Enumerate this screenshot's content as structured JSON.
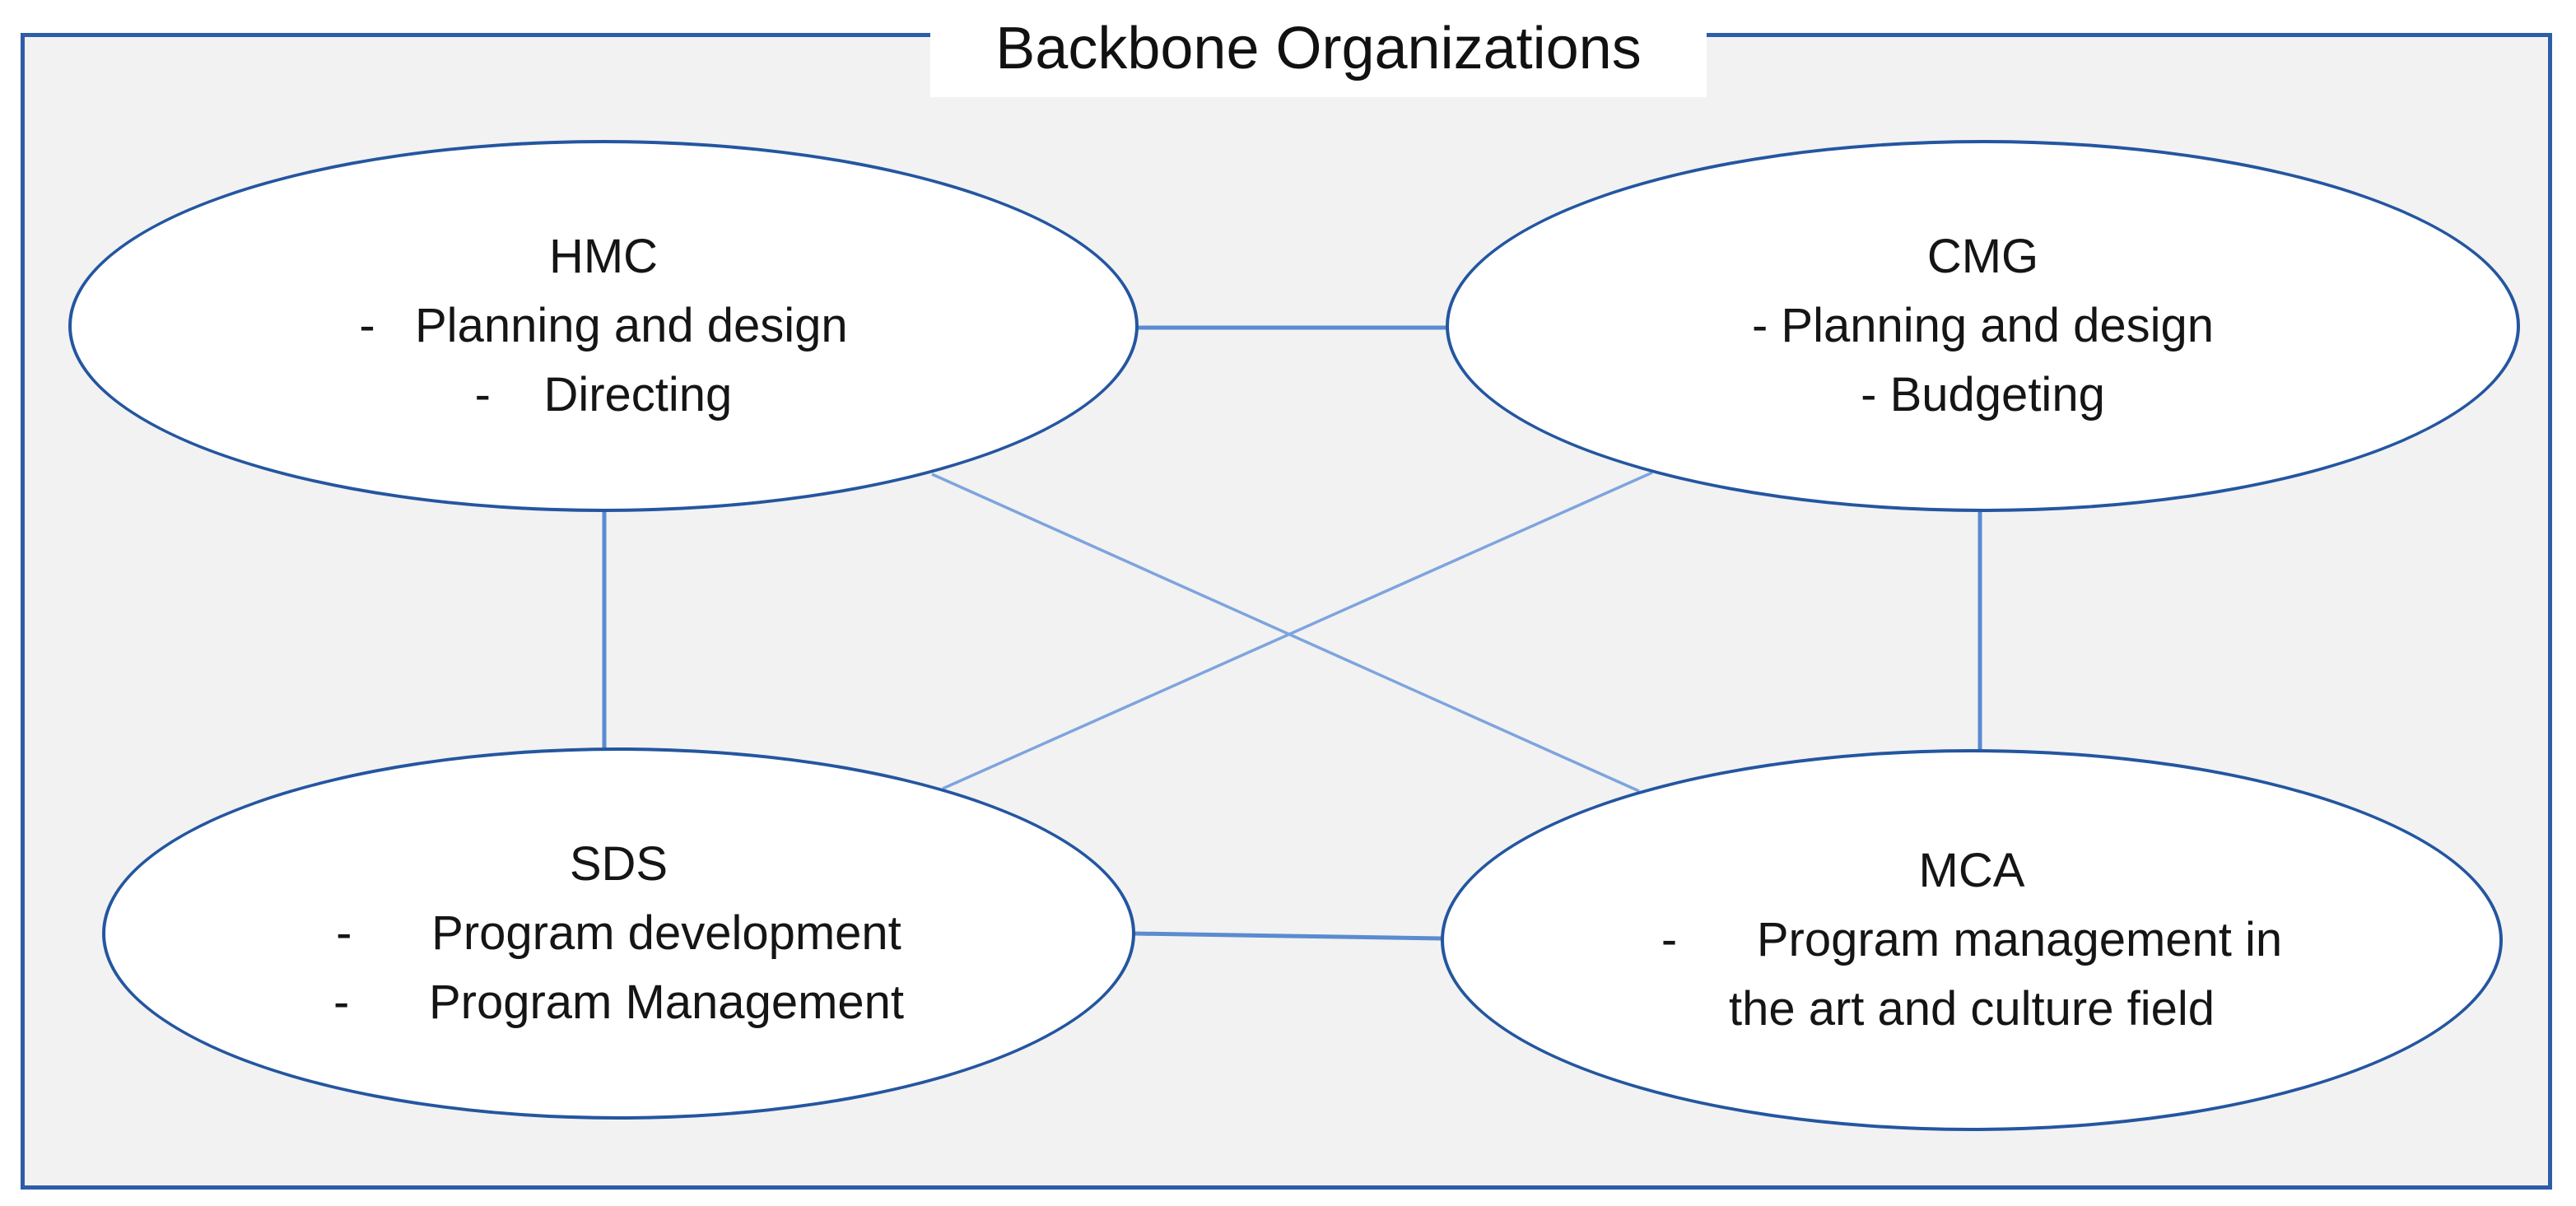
{
  "title": "Backbone Organizations",
  "nodes": [
    {
      "id": "HMC",
      "lines": [
        "HMC",
        "-   Planning and design",
        "-    Directing"
      ]
    },
    {
      "id": "CMG",
      "lines": [
        "CMG",
        "- Planning and design",
        "- Budgeting"
      ]
    },
    {
      "id": "SDS",
      "lines": [
        "SDS",
        "-      Program development",
        "-      Program Management"
      ]
    },
    {
      "id": "MCA",
      "lines": [
        "MCA",
        "-      Program management in",
        "the art and culture field"
      ]
    }
  ],
  "connections": [
    {
      "from": "HMC",
      "to": "CMG"
    },
    {
      "from": "SDS",
      "to": "MCA"
    },
    {
      "from": "HMC",
      "to": "SDS"
    },
    {
      "from": "CMG",
      "to": "MCA"
    },
    {
      "from": "HMC",
      "to": "MCA"
    },
    {
      "from": "SDS",
      "to": "CMG"
    }
  ],
  "colors": {
    "frame_fill": "#f2f2f2",
    "frame_border": "#2e5da8",
    "node_fill": "#ffffff",
    "node_stroke": "#2456a0",
    "connector": "#5b8bd0",
    "diagonal": "#7da4de",
    "text": "#151515",
    "title_text": "#111111"
  }
}
